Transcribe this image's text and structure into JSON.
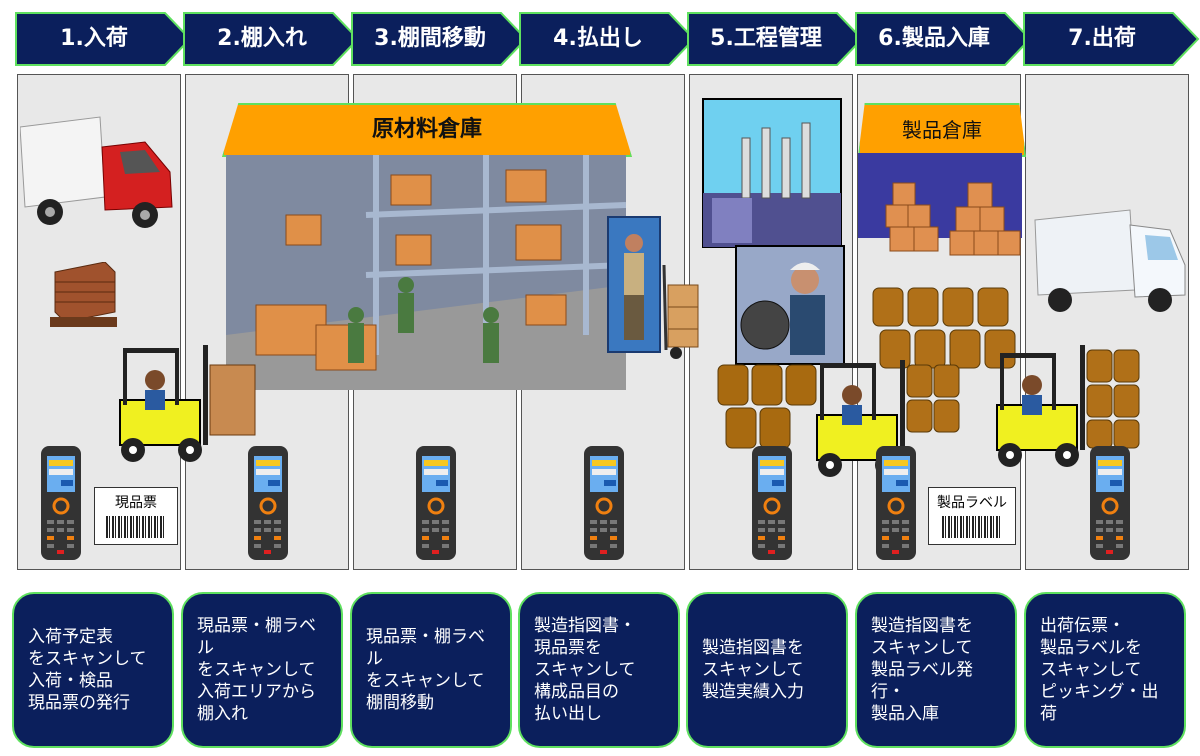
{
  "steps": [
    {
      "label": "1.入荷",
      "description": "入荷予定表\nをスキャンして\n入荷・検品\n現品票の発行"
    },
    {
      "label": "2.棚入れ",
      "description": "現品票・棚ラベル\nをスキャンして\n入荷エリアから\n棚入れ"
    },
    {
      "label": "3.棚間移動",
      "description": "現品票・棚ラベル\nをスキャンして\n棚間移動"
    },
    {
      "label": "4.払出し",
      "description": "製造指図書・\n現品票を\nスキャンして\n構成品目の\n払い出し"
    },
    {
      "label": "5.工程管理",
      "description": "製造指図書を\nスキャンして\n製造実績入力"
    },
    {
      "label": "6.製品入庫",
      "description": "製造指図書を\nスキャンして\n製品ラベル発行・\n製品入庫"
    },
    {
      "label": "7.出荷",
      "description": "出荷伝票・\n製品ラベルを\nスキャンして\nピッキング・出荷"
    }
  ],
  "warehouses": {
    "raw_material": "原材料倉庫",
    "product": "製品倉庫"
  },
  "labels": {
    "genpinhyo": "現品票",
    "product_label": "製品ラベル"
  },
  "colors": {
    "header_fill": "#0b1f5c",
    "header_border": "#5fe05f",
    "warehouse_banner": "#ffa000",
    "column_bg": "#e8e8e8"
  }
}
